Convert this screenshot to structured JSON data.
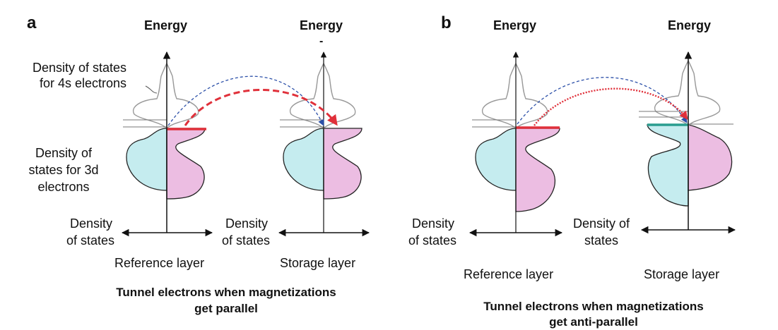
{
  "panel_a": {
    "letter": "a",
    "energy_left": "Energy",
    "energy_right": "Energy",
    "energy_right_mark": "-",
    "dos_4s_label_line1": "Density of states",
    "dos_4s_label_line2": "for 4s electrons",
    "dos_3d_label_line1": "Density of",
    "dos_3d_label_line2": "states for 3d",
    "dos_3d_label_line3": "electrons",
    "dos_axis_left_line1": "Density",
    "dos_axis_left_line2": "of states",
    "dos_axis_right_line1": "Density",
    "dos_axis_right_line2": "of states",
    "reference_layer": "Reference layer",
    "storage_layer": "Storage layer",
    "caption_line1": "Tunnel electrons when magnetizations",
    "caption_line2": "get parallel"
  },
  "panel_b": {
    "letter": "b",
    "energy_left": "Energy",
    "energy_right": "Energy",
    "dos_axis_left_line1": "Density",
    "dos_axis_left_line2": "of states",
    "dos_axis_right_line1": "Density of",
    "dos_axis_right_line2": "states",
    "reference_layer": "Reference layer",
    "storage_layer": "Storage layer",
    "caption_line1": "Tunnel electrons when magnetizations",
    "caption_line2": "get anti-parallel"
  },
  "colors": {
    "spin_down_fill": "#c5ecef",
    "spin_up_fill": "#ecbde2",
    "fermi_red": "#e0303a",
    "fermi_teal": "#2a9d8f",
    "arrow_blue": "#2b4fa8",
    "arrow_red": "#e0303a",
    "outline_4s": "#999999"
  }
}
